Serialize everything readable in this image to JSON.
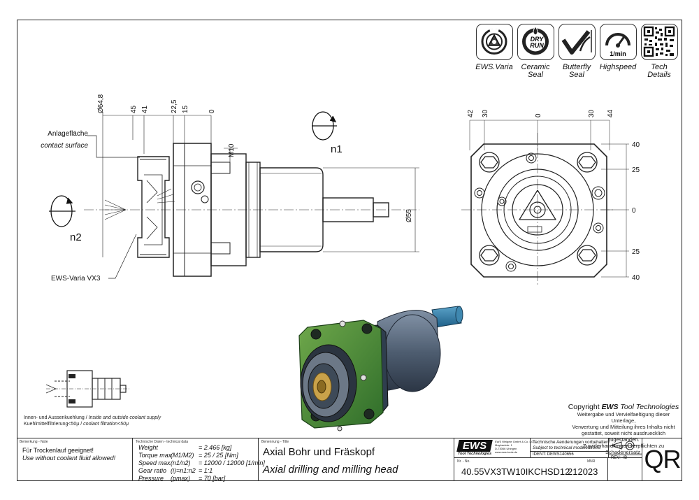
{
  "feature_icons": [
    {
      "icon": "ews-varia-icon",
      "label": "EWS.Varia"
    },
    {
      "icon": "ceramic-seal-dry-run-icon",
      "label": "Ceramic\nSeal",
      "badge_lines": [
        "DRY",
        "RUN"
      ]
    },
    {
      "icon": "butterfly-seal-icon",
      "label": "Butterfly\nSeal"
    },
    {
      "icon": "highspeed-gauge-icon",
      "label": "Highspeed",
      "badge": "1/min"
    },
    {
      "icon": "qr-code-icon",
      "label": "Tech\nDetails"
    }
  ],
  "side_view": {
    "dimensions_top": [
      "Ø64,8",
      "45",
      "41",
      "22,5",
      "15",
      "0"
    ],
    "m10": "M10",
    "contact_surface_de": "Anlagefläche",
    "contact_surface_en": "contact surface",
    "n1": "n1",
    "n2": "n2",
    "varia": "EWS-Varia VX3",
    "diameter": "Ø55"
  },
  "front_view": {
    "dims_top": [
      "42",
      "30",
      "0",
      "30",
      "44"
    ],
    "dims_right": [
      "40",
      "25",
      "0",
      "25",
      "40"
    ]
  },
  "coolant": {
    "line1_de": "Innen- und Aussenkuehlung / ",
    "line1_en": "Inside and outside coolant supply",
    "line2_de": "Kuehlmittelfiltrierung<50µ / ",
    "line2_en": "coolant filtration<50µ"
  },
  "copyright": {
    "title_prefix": "Copyright ",
    "title_brand": "EWS",
    "title_suffix": " Tool Technologies",
    "lines": [
      "Weitergabe und Vervielfaeltigung dieser Unterlage,",
      "Verwertung und Mitteilung ihres Inhalts nicht",
      "gestattet, soweit nicht ausdruecklich zugestanden.",
      "Zuwiderhandlungen verpflichten zu Schadenersatz."
    ]
  },
  "title_block": {
    "note_caption": "Bemerkung - Note",
    "note_de": "Für Trockenlauf geeignet!",
    "note_en": "Use without coolant fluid allowed!",
    "tech_caption": "Technische Daten - technical data",
    "tech_rows": [
      {
        "label": "Weight",
        "sym": "",
        "value": "2.466 [kg]"
      },
      {
        "label": "Torque max.",
        "sym": "(M1/M2)",
        "value": "25 / 25 [Nm]"
      },
      {
        "label": "Speed max.",
        "sym": "(n1/n2)",
        "value": "12000 / 12000 [1/min]"
      },
      {
        "label": "Gear ratio",
        "sym": "(i)=n1:n2",
        "value": "1:1"
      },
      {
        "label": "Pressure",
        "sym": "(pmax)",
        "value": "70 [bar]"
      }
    ],
    "title_caption": "Benennung - Title",
    "title_de": "Axial Bohr und Fräskopf",
    "title_en": "Axial drilling and milling head",
    "logo": "EWS",
    "logo_sub": "Tool Technologies",
    "company_lines": [
      "EWS Weigele GmbH & Co. KG",
      "Maybachstr. 1",
      "D-73066 Uhingen",
      "www.ews-tools.de"
    ],
    "subject_de": "Technische Aenderungen vorbehalten!",
    "subject_en": "Subject to technical modifications!",
    "ident_label": "IDENT:",
    "ident_value": "DEWS140656",
    "rev_label": "REV:",
    "rev_value": "-/B",
    "nr_label": "Nr. - No.",
    "part_number": "40.55VX3TW10IKCHSD12",
    "mnr_label": "MNR",
    "mnr_value": "212023",
    "qr_text": "QR"
  }
}
